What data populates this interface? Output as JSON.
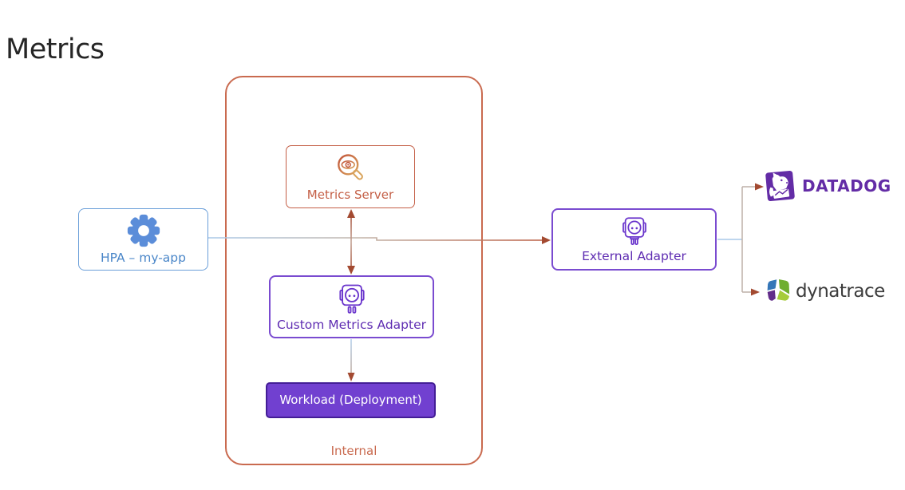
{
  "page": {
    "title": "Metrics"
  },
  "groups": {
    "internal": {
      "label": "Internal"
    }
  },
  "nodes": {
    "hpa": {
      "label": "HPA – my-app"
    },
    "metrics_server": {
      "label": "Metrics Server"
    },
    "custom_metrics_adapter": {
      "label": "Custom Metrics Adapter"
    },
    "workload": {
      "label": "Workload (Deployment)"
    },
    "external_adapter": {
      "label": "External Adapter"
    }
  },
  "logos": {
    "datadog": {
      "label": "DATADOG"
    },
    "dynatrace": {
      "label": "dynatrace"
    }
  },
  "edges": [
    {
      "from": "hpa",
      "to": "external_adapter",
      "arrow": "end"
    },
    {
      "from": "metrics_server",
      "to": "custom_metrics_adapter",
      "arrow": "both"
    },
    {
      "from": "custom_metrics_adapter",
      "to": "workload",
      "arrow": "end"
    },
    {
      "from": "external_adapter",
      "to": "datadog",
      "arrow": "end"
    },
    {
      "from": "external_adapter",
      "to": "dynatrace",
      "arrow": "end"
    }
  ],
  "icons": {
    "hpa": "gear-icon",
    "metrics_server": "magnifier-eye-icon",
    "custom_metrics_adapter": "power-socket-icon",
    "external_adapter": "power-socket-icon",
    "datadog": "datadog-dog-icon",
    "dynatrace": "dynatrace-cube-icon"
  },
  "colors": {
    "title_text": "#262626",
    "internal_border": "#c96a4f",
    "internal_label": "#c96a4f",
    "hpa_border": "#6b9fd9",
    "hpa_text": "#4a86c8",
    "hpa_icon": "#5b8dd9",
    "metrics_server_border": "#c45f46",
    "metrics_server_text": "#c45f46",
    "adapter_border": "#7a4bd0",
    "adapter_text": "#5f2db2",
    "adapter_icon": "#6a35cc",
    "workload_fill": "#7140d0",
    "workload_border": "#431d96",
    "workload_text": "#ffffff",
    "arrowhead": "#a34a31",
    "connector_blue": "#a9c9e9",
    "connector_gray": "#bdb0a8",
    "connector_red": "#bb5f44",
    "datadog_purple": "#632ca6",
    "dynatrace_text": "#3c3c3c"
  }
}
